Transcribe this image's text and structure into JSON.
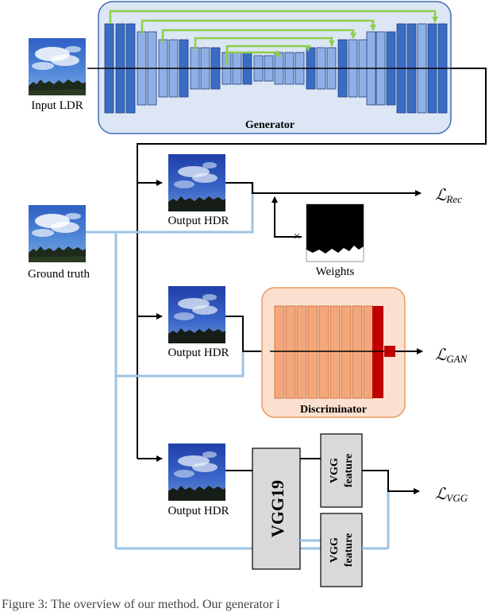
{
  "labels": {
    "input_ldr": "Input LDR",
    "generator": "Generator",
    "ground_truth": "Ground truth",
    "output_hdr_1": "Output HDR",
    "output_hdr_2": "Output HDR",
    "output_hdr_3": "Output HDR",
    "weights": "Weights",
    "times": "×",
    "discriminator": "Discriminator",
    "vgg19": "VGG19",
    "vgg_feature_top_1": "VGG",
    "vgg_feature_top_2": "feature",
    "vgg_feature_bottom_1": "VGG",
    "vgg_feature_bottom_2": "feature",
    "caption": "Figure 3: The overview of our method. Our generator i"
  },
  "losses": {
    "rec": {
      "script": "ℒ",
      "sub": "Rec"
    },
    "gan": {
      "script": "ℒ",
      "sub": "GAN"
    },
    "vgg": {
      "script": "ℒ",
      "sub": "VGG"
    }
  },
  "colors": {
    "generator_panel": "#dce6f5",
    "generator_border": "#3d6db3",
    "layer_dark": "#3a6cc4",
    "layer_light": "#8fb0e6",
    "skip_arrow": "#8ccf4a",
    "discriminator_panel": "#fbe0cf",
    "discriminator_border": "#e89a63",
    "disc_layer": "#f4a77a",
    "disc_last": "#c00000",
    "gt_line": "#9cc3e6",
    "vgg_box": "#d9d9d9"
  }
}
